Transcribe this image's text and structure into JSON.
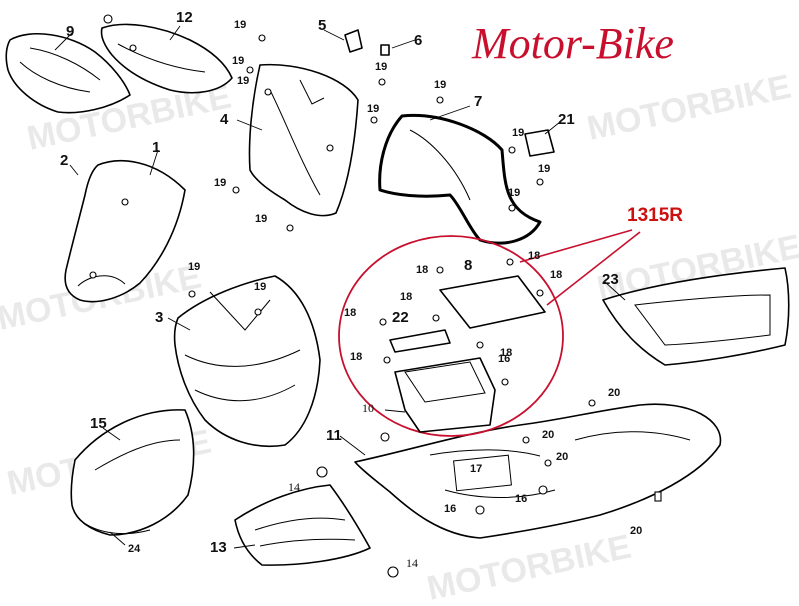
{
  "brand": {
    "title": "Motor-Bike",
    "color": "#c8102e"
  },
  "highlight": {
    "code": "1315R",
    "color": "#cc1010"
  },
  "watermarks": {
    "w1": "MOTORBIKE",
    "w2": "MOTORBIKE",
    "w3": "MOTORBIKE",
    "w4": "MOTORBIKE",
    "w5": "MOTORBIKE",
    "w6": "MOTORBIKE"
  },
  "labels": {
    "p1": "1",
    "p2": "2",
    "p3": "3",
    "p4": "4",
    "p5": "5",
    "p6": "6",
    "p7": "7",
    "p8": "8",
    "p9": "9",
    "p10": "10",
    "p11": "11",
    "p12": "12",
    "p13": "13",
    "p14a": "14",
    "p14b": "14",
    "p15": "15",
    "p16a": "16",
    "p16b": "16",
    "p16c": "16",
    "p17": "17",
    "p18a": "18",
    "p18b": "18",
    "p18c": "18",
    "p18d": "18",
    "p18e": "18",
    "p18f": "18",
    "p18g": "18",
    "p19a": "19",
    "p19b": "19",
    "p19c": "19",
    "p19d": "19",
    "p19e": "19",
    "p19f": "19",
    "p19g": "19",
    "p19h": "19",
    "p19i": "19",
    "p19j": "19",
    "p19k": "19",
    "p19l": "19",
    "p19m": "19",
    "p20a": "20",
    "p20b": "20",
    "p20c": "20",
    "p20d": "20",
    "p21": "21",
    "p22": "22",
    "p23": "23",
    "p24": "24"
  }
}
